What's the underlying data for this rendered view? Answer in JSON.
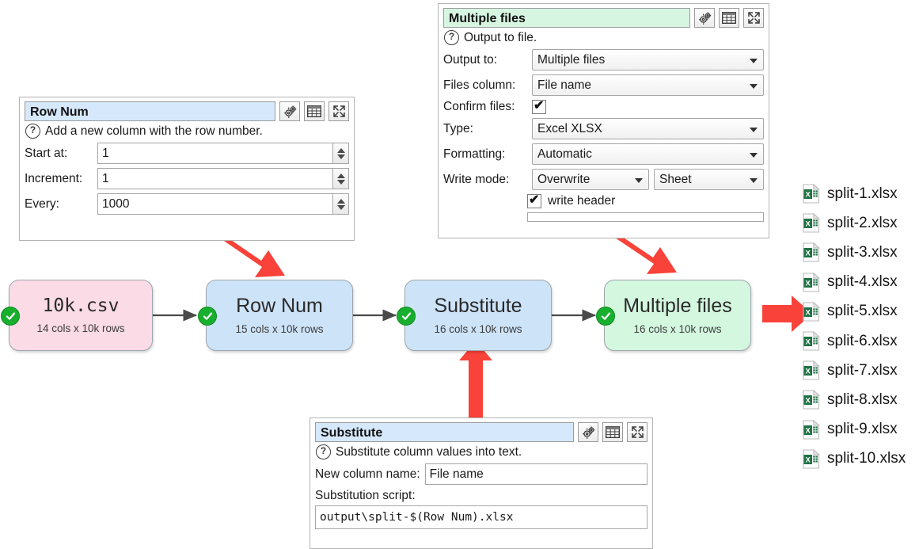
{
  "panels": {
    "row_num": {
      "title": "Row Num",
      "help": "Add a new column with the row number.",
      "fields": [
        {
          "label": "Start at:",
          "value": "1"
        },
        {
          "label": "Increment:",
          "value": "1"
        },
        {
          "label": "Every:",
          "value": "1000"
        }
      ],
      "buttons": {
        "settings": "gear-icon",
        "table": "table-icon",
        "expand": "expand-icon"
      }
    },
    "multiple_files": {
      "title": "Multiple files",
      "help": "Output to file.",
      "output_to_label": "Output to:",
      "output_to_value": "Multiple files",
      "files_column_label": "Files column:",
      "files_column_value": "File name",
      "confirm_files_label": "Confirm files:",
      "confirm_files_checked": true,
      "type_label": "Type:",
      "type_value": "Excel XLSX",
      "formatting_label": "Formatting:",
      "formatting_value": "Automatic",
      "write_mode_label": "Write mode:",
      "write_mode_value": "Overwrite",
      "write_mode_target": "Sheet",
      "write_header_label": "write header",
      "write_header_checked": true
    },
    "substitute": {
      "title": "Substitute",
      "help": "Substitute column values into text.",
      "new_column_label": "New column name:",
      "new_column_value": "File name",
      "script_label": "Substitution script:",
      "script_value": "output\\split-$(Row Num).xlsx"
    }
  },
  "flow": {
    "nodes": [
      {
        "title": "10k.csv",
        "subtitle": "14 cols x 10k rows",
        "color": "pink",
        "status": "ok"
      },
      {
        "title": "Row Num",
        "subtitle": "15 cols x 10k rows",
        "color": "blue",
        "status": "ok"
      },
      {
        "title": "Substitute",
        "subtitle": "16 cols x 10k rows",
        "color": "blue",
        "status": "ok"
      },
      {
        "title": "Multiple files",
        "subtitle": "16 cols x 10k rows",
        "color": "green",
        "status": "ok"
      }
    ]
  },
  "files": [
    "split-1.xlsx",
    "split-2.xlsx",
    "split-3.xlsx",
    "split-4.xlsx",
    "split-5.xlsx",
    "split-6.xlsx",
    "split-7.xlsx",
    "split-8.xlsx",
    "split-9.xlsx",
    "split-10.xlsx"
  ],
  "colors": {
    "accent_arrow": "#f9423a",
    "node_pink": "#fadbe6",
    "node_blue": "#cde3f8",
    "node_green": "#d4f7df",
    "status_ok": "#19af2e",
    "title_blue": "#d6e8fb",
    "title_green": "#d7f6e2",
    "excel_green": "#1f7244"
  }
}
